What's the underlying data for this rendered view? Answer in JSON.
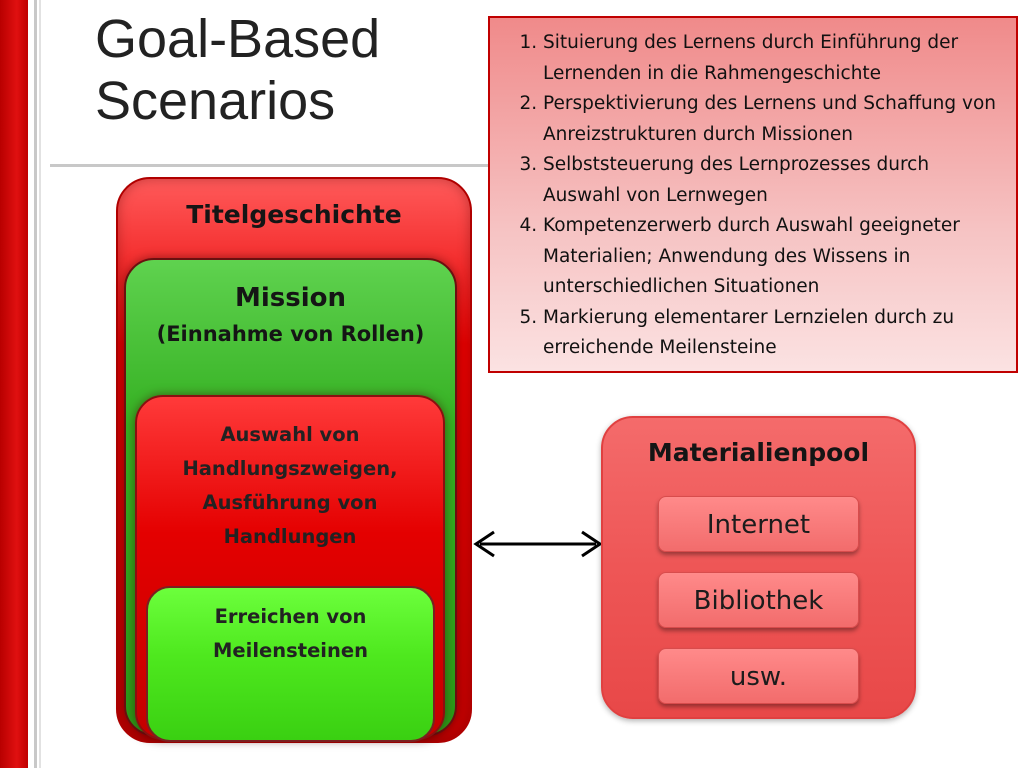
{
  "title": "Goal-Based Scenarios",
  "list": [
    "Situierung des Lernens durch Einführung der Lernenden in die Rahmengeschichte",
    "Perspektivierung des Lernens und Schaffung von Anreizstrukturen durch Missionen",
    "Selbststeuerung des Lernprozesses durch Auswahl von Lernwegen",
    "Kompetenzerwerb durch Auswahl geeigneter Materialien; Anwendung des Wissens in unterschiedlichen Situationen",
    "Markierung elementarer Lernzielen durch zu erreichende Meilensteine"
  ],
  "nested": {
    "outer": "Titelgeschichte",
    "mission_title": "Mission",
    "mission_sub": "(Einnahme von Rollen)",
    "action": "Auswahl von Handlungszweigen, Ausführung von Handlungen",
    "milestone": "Erreichen von Meilensteinen"
  },
  "pool": {
    "title": "Materialienpool",
    "items": [
      "Internet",
      "Bibliothek",
      "usw."
    ]
  },
  "colors": {
    "accent_red": "#e00000",
    "green": "#35b022",
    "light_green": "#4ee81e",
    "pool_red": "#ee5656"
  }
}
